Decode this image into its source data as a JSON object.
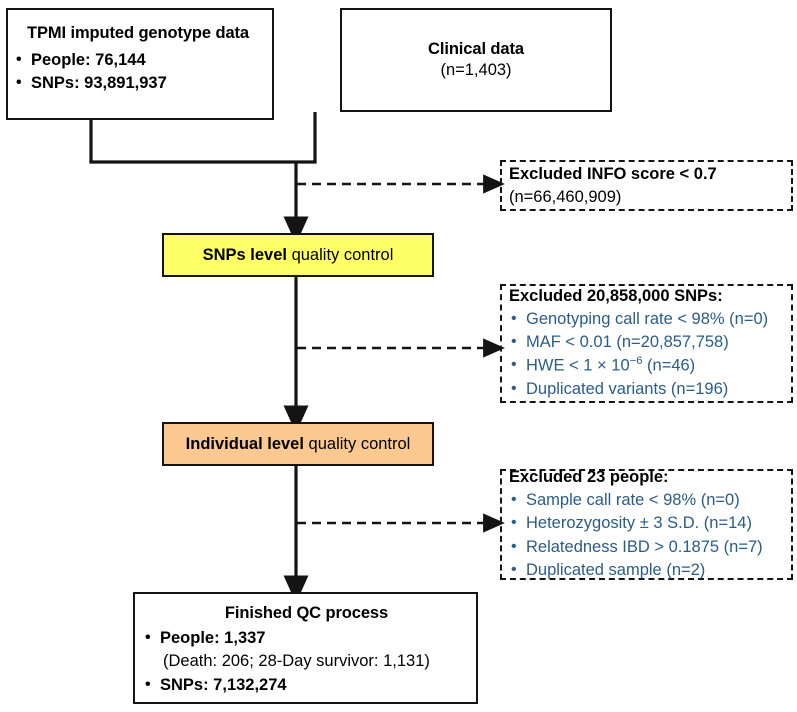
{
  "figure": {
    "type": "flowchart",
    "description": "Quality-control flow diagram for TPMI imputed genotype data and clinical data"
  },
  "colors": {
    "snp_qc_fill": "#FFFF66",
    "individual_qc_fill": "#FBC88F",
    "exclusion_text": "#2A5C8A",
    "border": "#141414",
    "background": "#FFFFFF"
  },
  "nodes": {
    "tpmi": {
      "title": "TPMI imputed genotype data",
      "items": [
        "People: 76,144",
        "SNPs: 93,891,937"
      ]
    },
    "clinical": {
      "title": "Clinical data",
      "subtitle": "(n=1,403)"
    },
    "snp_qc": {
      "label_bold": "SNPs level",
      "label_rest": " quality control"
    },
    "individual_qc": {
      "label_bold": "Individual level",
      "label_rest": " quality control"
    },
    "final": {
      "title": "Finished QC process",
      "items": [
        "People: 1,337",
        "(Death: 206; 28-Day survivor: 1,131)",
        "SNPs: 7,132,274"
      ]
    }
  },
  "exclusions": {
    "info_score": {
      "heading": "Excluded INFO score < 0.7",
      "subheading": "(n=66,460,909)"
    },
    "snps": {
      "heading": "Excluded 20,858,000 SNPs:",
      "items": [
        "Genotyping call rate < 98% (n=0)",
        "MAF < 0.01 (n=20,857,758)",
        "HWE < 1 × 10⁻⁶ (n=46)",
        "Duplicated variants (n=196)"
      ],
      "hwe_parts": {
        "prefix": "HWE < 1 × 10",
        "exponent": "−6",
        "suffix": " (n=46)"
      }
    },
    "people": {
      "heading": "Excluded 23 people:",
      "items": [
        "Sample call rate < 98% (n=0)",
        "Heterozygosity ± 3 S.D. (n=14)",
        "Relatedness IBD > 0.1875 (n=7)",
        "Duplicated sample (n=2)"
      ]
    }
  }
}
